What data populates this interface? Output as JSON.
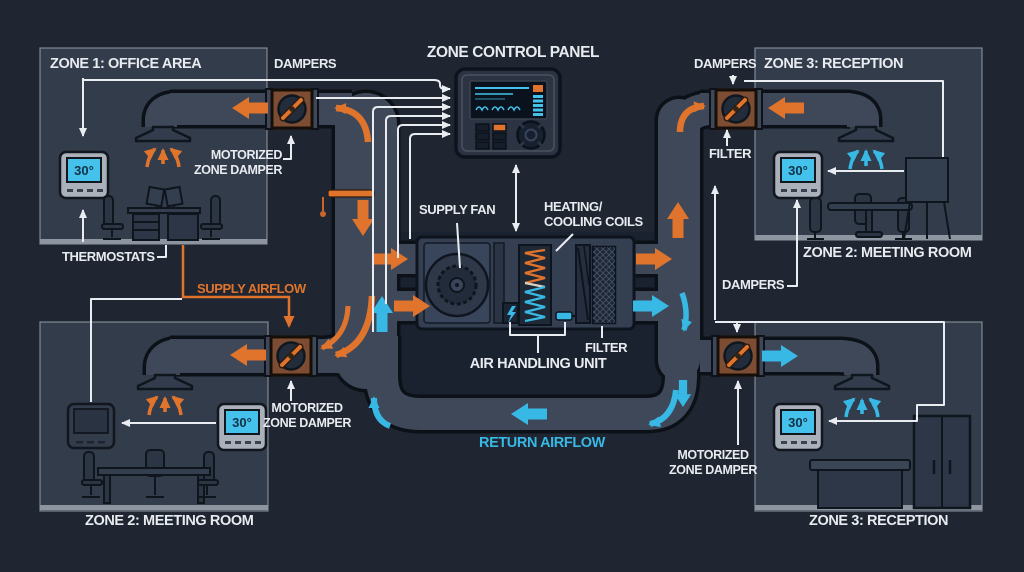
{
  "diagram_title": "ZONE CONTROL PANEL",
  "colors": {
    "background": "#1f2632",
    "supply_orange": "#e0742c",
    "return_cyan": "#38b8e4",
    "line_white": "#e9ecf0",
    "damper_brown": "#7c4d33"
  },
  "zones": {
    "office": {
      "title": "ZONE 1: OFFICE AREA",
      "thermostat_value": "30°"
    },
    "meeting_top": {
      "title": "ZONE 3: RECEPTION",
      "caption": "ZONE 2: MEETING ROOM",
      "thermostat_value": "30°"
    },
    "meeting_bottom": {
      "caption": "ZONE 2: MEETING ROOM",
      "thermostat_value": "30°"
    },
    "reception_bottom": {
      "caption": "ZONE 3: RECEPTION",
      "thermostat_value": "30°"
    }
  },
  "labels": {
    "dampers_top_left": "DAMPERS",
    "dampers_top_right": "DAMPERS",
    "dampers_mid_right": "DAMPERS",
    "thermostats": "THERMOSTATS",
    "supply_airflow": "SUPPLY AIRFLOW",
    "return_airflow": "RETURN AIRFLOW",
    "supply_fan": "SUPPLY FAN",
    "heating_line1": "HEATING/",
    "heating_line2": "COOLING COILS",
    "air_handling_unit": "AIR HANDLING UNIT",
    "filter_duct": "FILTER",
    "filter_ahu": "FILTER",
    "motorized_line1": "MOTORIZED",
    "motorized_line2": "ZONE DAMPER"
  }
}
